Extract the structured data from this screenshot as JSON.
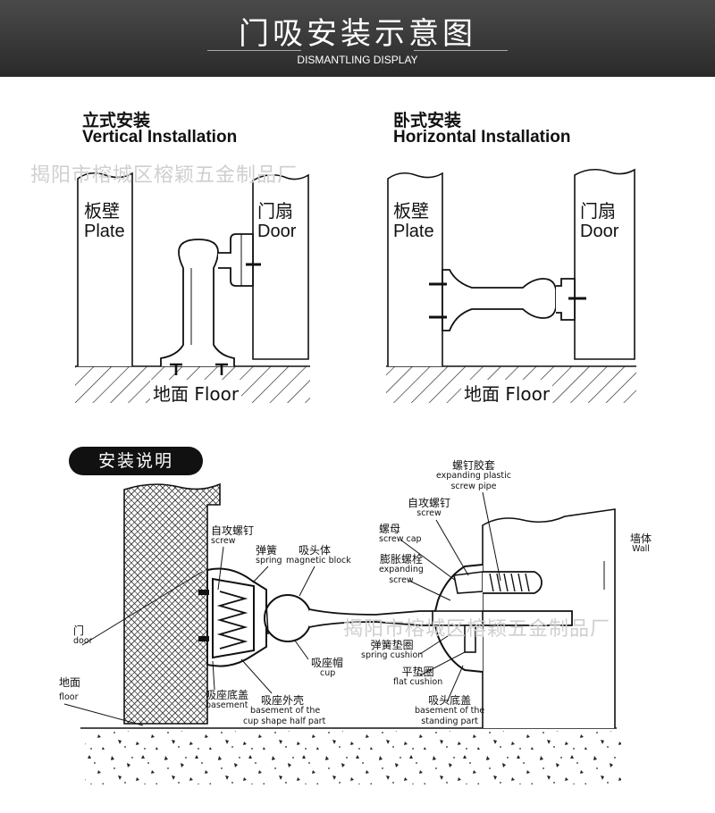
{
  "header": {
    "title": "门吸安装示意图",
    "subtitle": "DISMANTLING DISPLAY"
  },
  "vertical": {
    "title_zh": "立式安装",
    "title_en": "Vertical Installation",
    "plate_zh": "板壁",
    "plate_en": "Plate",
    "door_zh": "门扇",
    "door_en": "Door",
    "floor": "地面 Floor"
  },
  "horizontal": {
    "title_zh": "卧式安装",
    "title_en": "Horizontal Installation",
    "plate_zh": "板壁",
    "plate_en": "Plate",
    "door_zh": "门扇",
    "door_en": "Door",
    "floor": "地面 Floor"
  },
  "watermark": {
    "top": "揭阳市榕城区榕颖五金制品厂",
    "bottom": "揭阳市榕城区榕颖五金制品厂"
  },
  "instructions": {
    "title": "安装说明",
    "labels": {
      "screw_left": {
        "zh": "自攻螺钉",
        "en": "screw"
      },
      "spring": {
        "zh": "弹簧",
        "en": "spring"
      },
      "magnetic_block": {
        "zh": "吸头体",
        "en": "magnetic block"
      },
      "door": {
        "zh": "门",
        "en": "door"
      },
      "floor": {
        "zh": "地面",
        "en": "floor"
      },
      "cup": {
        "zh": "吸座帽",
        "en": "cup"
      },
      "basement": {
        "zh": "吸座底盖",
        "en": "basement"
      },
      "cup_half": {
        "zh": "吸座外壳",
        "en1": "basement of the",
        "en2": "cup shape half part"
      },
      "plastic_pipe": {
        "zh": "螺钉胶套",
        "en1": "expanding plastic",
        "en2": "screw pipe"
      },
      "screw_right": {
        "zh": "自攻螺钉",
        "en": "screw"
      },
      "screw_cap": {
        "zh": "螺母",
        "en": "screw cap"
      },
      "expanding_screw": {
        "zh": "膨胀螺栓",
        "en1": "expanding",
        "en2": "screw"
      },
      "wall": {
        "zh": "墙体",
        "en": "Wall"
      },
      "spring_cushion": {
        "zh": "弹簧垫圈",
        "en": "spring cushion"
      },
      "flat_cushion": {
        "zh": "平垫圈",
        "en": "flat cushion"
      },
      "standing_base": {
        "zh": "吸头底盖",
        "en1": "basement of the",
        "en2": "standing part"
      }
    }
  }
}
